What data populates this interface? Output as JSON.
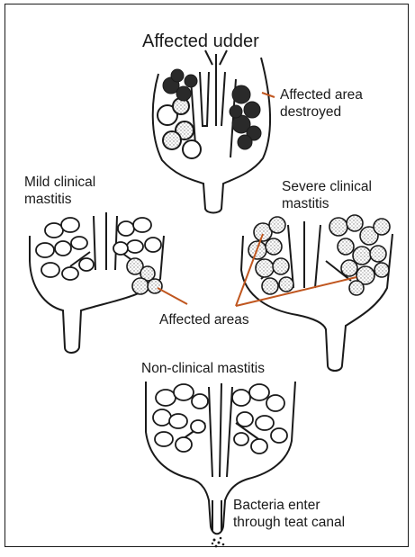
{
  "labels": {
    "title": "Affected udder",
    "destroyed": "Affected area\ndestroyed",
    "mild": "Mild clinical\nmastitis",
    "severe": "Severe clinical\nmastitis",
    "affected_areas": "Affected areas",
    "nonclinical": "Non-clinical mastitis",
    "bacteria": "Bacteria enter\nthrough teat canal"
  },
  "colors": {
    "line": "#1a1a1a",
    "pointer": "#c0561f",
    "affected_fill": "#2a2a2a",
    "stipple": "#7a7a7a"
  }
}
